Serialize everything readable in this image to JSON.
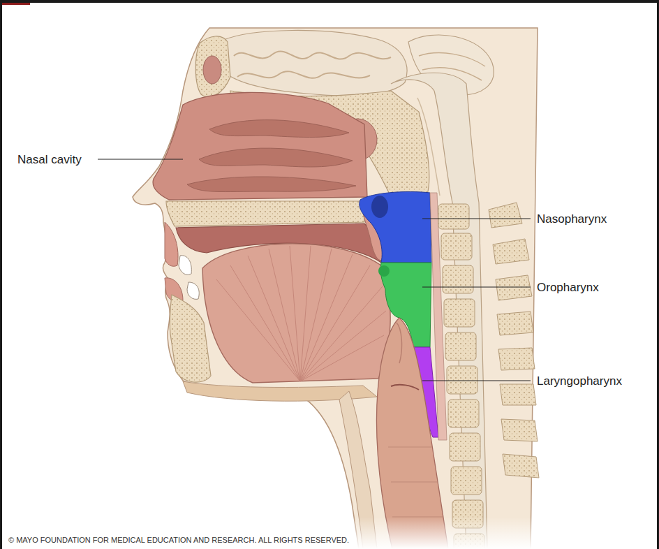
{
  "diagram": {
    "labels": [
      "Nasal cavity",
      "Nasopharynx",
      "Oropharynx",
      "Laryngopharynx",
      "© MAYO FOUNDATION FOR MEDICAL EDUCATION AND RESEARCH. ALL RIGHTS RESERVED."
    ]
  }
}
